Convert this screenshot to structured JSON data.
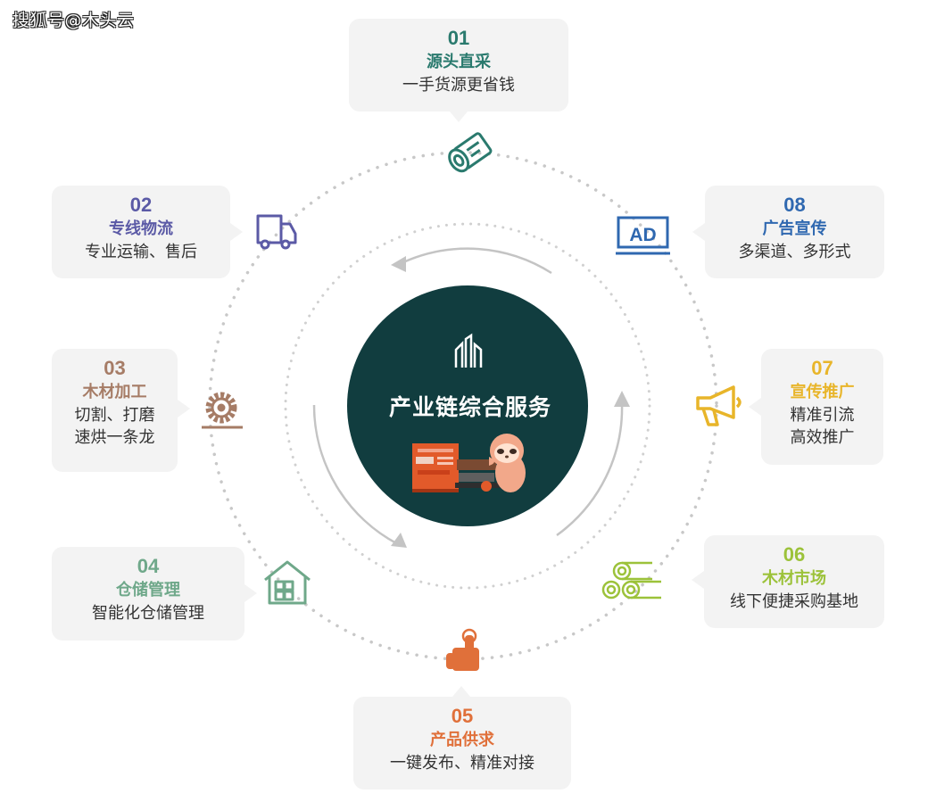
{
  "watermark": "搜狐号@木头云",
  "center": {
    "title": "产业链综合服务"
  },
  "colors": {
    "c01": "#2a7a6e",
    "c02": "#5b5aa6",
    "c03": "#a67c66",
    "c04": "#6fa88a",
    "c05": "#e0703a",
    "c06": "#9cc23a",
    "c07": "#e8b52a",
    "c08": "#2f68b0",
    "center": "#113d3f",
    "dots": "#c8c8c8",
    "arrow": "#c4c4c4"
  },
  "services": [
    {
      "num": "01",
      "title": "源头直采",
      "lines": [
        "一手货源更省钱"
      ],
      "icon": "log-icon"
    },
    {
      "num": "02",
      "title": "专线物流",
      "lines": [
        "专业运输、售后"
      ],
      "icon": "truck-icon"
    },
    {
      "num": "03",
      "title": "木材加工",
      "lines": [
        "切割、打磨",
        "速烘一条龙"
      ],
      "icon": "saw-blade-icon"
    },
    {
      "num": "04",
      "title": "仓储管理",
      "lines": [
        "智能化仓储管理"
      ],
      "icon": "warehouse-icon"
    },
    {
      "num": "05",
      "title": "产品供求",
      "lines": [
        "一键发布、精准对接"
      ],
      "icon": "pointer-hand-icon"
    },
    {
      "num": "06",
      "title": "木材市场",
      "lines": [
        "线下便捷采购基地"
      ],
      "icon": "timber-stack-icon"
    },
    {
      "num": "07",
      "title": "宣传推广",
      "lines": [
        "精准引流",
        "高效推广"
      ],
      "icon": "megaphone-icon"
    },
    {
      "num": "08",
      "title": "广告宣传",
      "lines": [
        "多渠道、多形式"
      ],
      "icon": "ad-screen-icon"
    }
  ],
  "ad_text": "AD"
}
